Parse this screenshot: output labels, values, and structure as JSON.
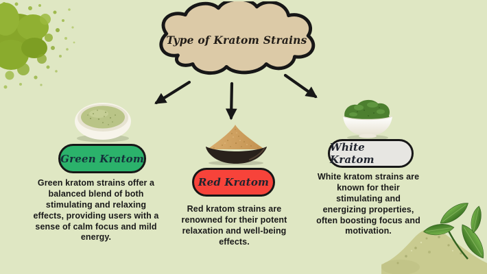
{
  "title": "Type of Kratom Strains",
  "strains": [
    {
      "id": "green",
      "label": "Green Kratom",
      "description": "Green kratom strains offer a balanced blend of both stimulating and relaxing effects, providing users with a sense of calm focus and mild energy.",
      "badge_color": "#2bb26b",
      "badge_text_color": "#14303a"
    },
    {
      "id": "red",
      "label": "Red Kratom",
      "description": "Red kratom strains are renowned for their potent relaxation and well-being effects.",
      "badge_color": "#f7433a",
      "badge_text_color": "#20242e"
    },
    {
      "id": "white",
      "label": "White Kratom",
      "description": "White kratom strains are known for their stimulating and energizing properties, often boosting focus and motivation.",
      "badge_color": "#e7e6e2",
      "badge_text_color": "#20242e"
    }
  ],
  "colors": {
    "background": "#dfe7c3",
    "cloud_fill": "#dccaa7",
    "outline": "#171717",
    "body_text": "#191919"
  }
}
